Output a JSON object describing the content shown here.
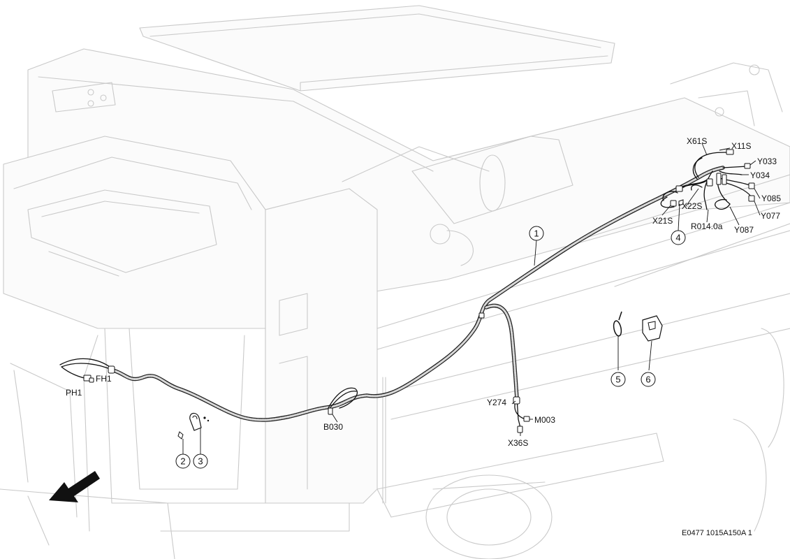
{
  "connectors": {
    "fh1": "FH1",
    "ph1": "PH1",
    "b030": "B030",
    "y274": "Y274",
    "m003": "M003",
    "x36s": "X36S",
    "x61s": "X61S",
    "x11s": "X11S",
    "y033": "Y033",
    "y034": "Y034",
    "x22s": "X22S",
    "y085": "Y085",
    "y077": "Y077",
    "x21s": "X21S",
    "r014a": "R014.0a",
    "y087": "Y087"
  },
  "callouts": {
    "item1": "1",
    "item2": "2",
    "item3": "3",
    "item4": "4",
    "item5": "5",
    "item6": "6"
  },
  "reference": "E0477 1015A150A 1"
}
